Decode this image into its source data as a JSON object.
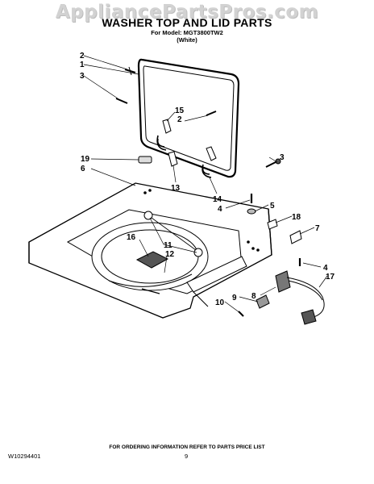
{
  "watermark": "AppliancePartsPros.com",
  "header": {
    "title": "WASHER TOP AND LID PARTS",
    "model_line": "For Model: MGT3800TW2",
    "color_line": "(White)"
  },
  "callouts": [
    "2",
    "1",
    "3",
    "15",
    "2",
    "3",
    "19",
    "6",
    "13",
    "14",
    "4",
    "5",
    "18",
    "7",
    "11",
    "16",
    "12",
    "4",
    "17",
    "8",
    "9",
    "10"
  ],
  "footer": {
    "ordering_note": "FOR ORDERING INFORMATION REFER TO PARTS PRICE LIST",
    "part_number": "W10294401",
    "page_number": "9"
  },
  "colors": {
    "line": "#000000",
    "watermark": "#d2d2d2",
    "shade": "#555555"
  }
}
